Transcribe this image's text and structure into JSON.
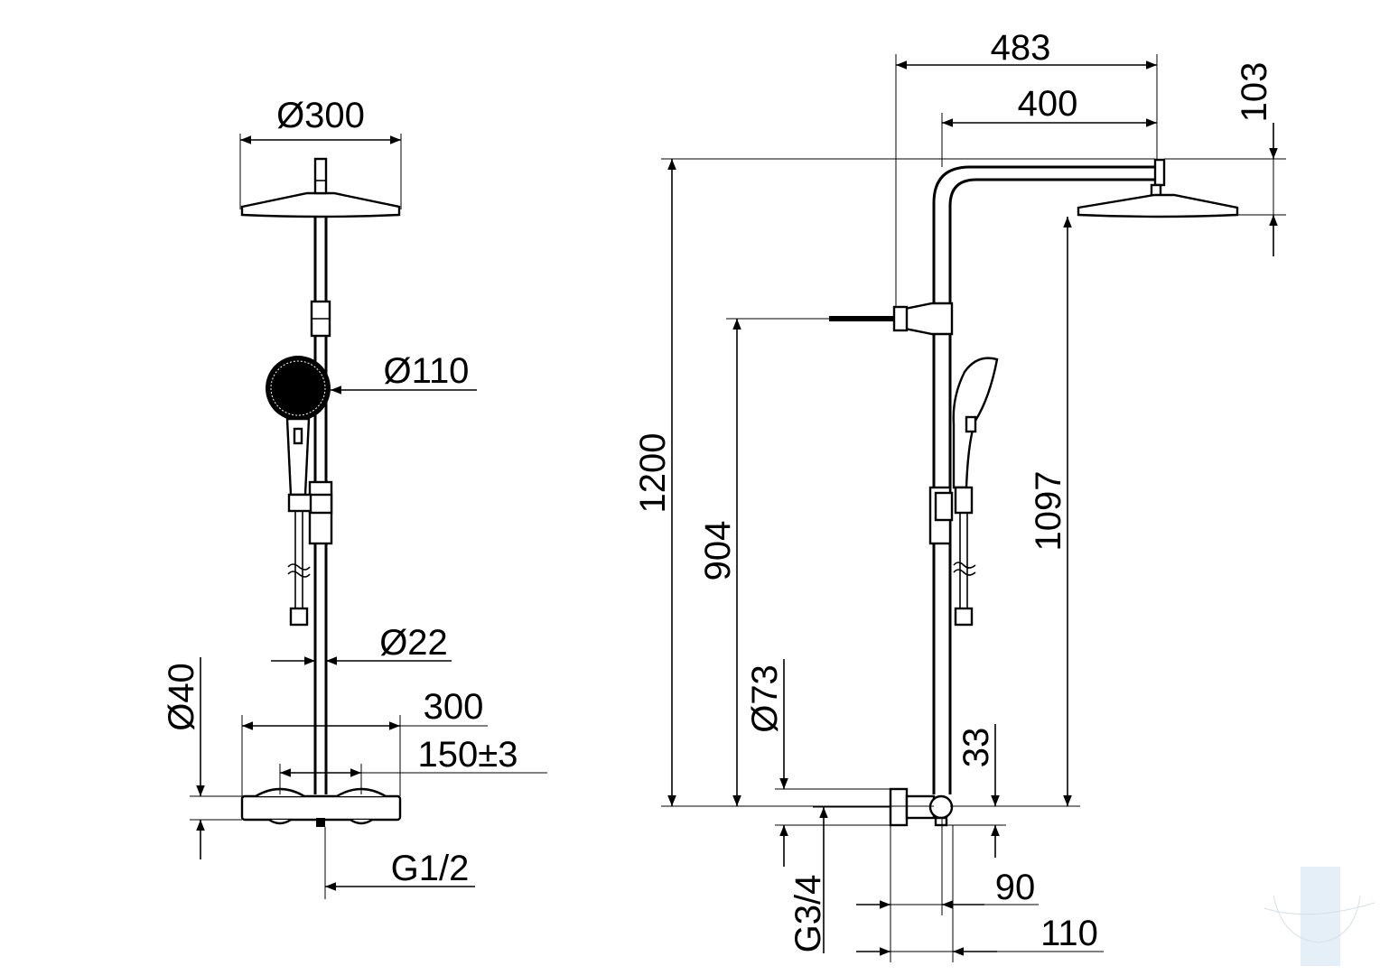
{
  "front_view": {
    "head_diameter": "Ø300",
    "handshower_diameter": "Ø110",
    "rail_diameter": "Ø22",
    "mixer_width": "300",
    "connection_spacing": "150±3",
    "mixer_diameter": "Ø40",
    "connection_thread": "G1/2"
  },
  "side_view": {
    "arm_total": "483",
    "arm_projection": "400",
    "head_offset": "103",
    "total_height": "1200",
    "holder_height": "904",
    "head_height": "1097",
    "mixer_body_diameter": "Ø73",
    "outlet_offset": "33",
    "outlet_thread": "G3/4",
    "wall_distance_min": "90",
    "wall_distance_max": "110"
  },
  "colors": {
    "line": "#000000",
    "background": "#ffffff",
    "watermark": "#dbe9f5"
  }
}
